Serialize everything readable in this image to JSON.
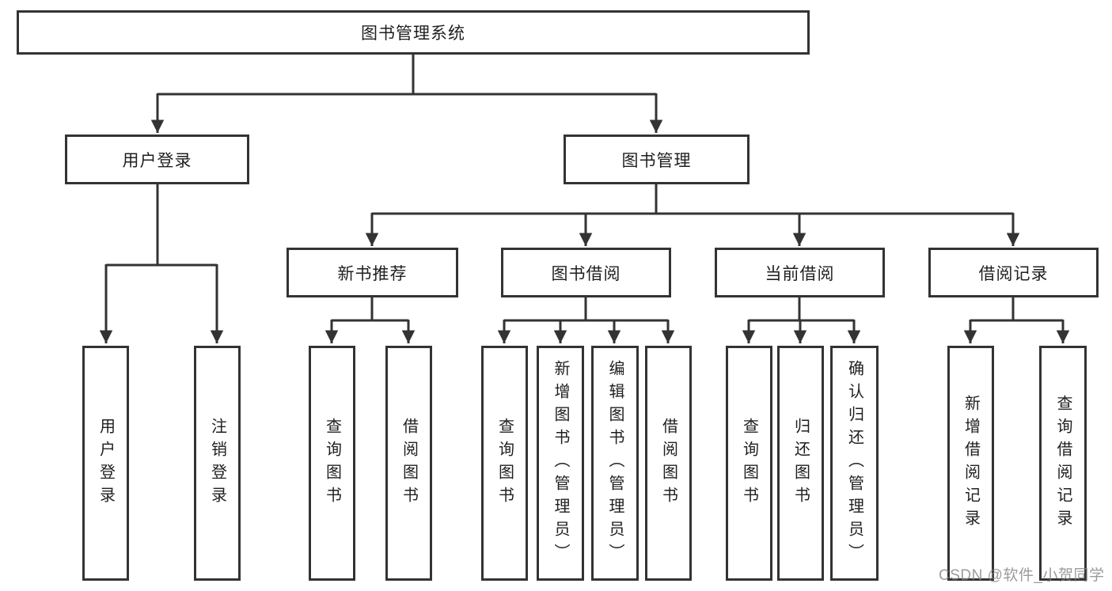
{
  "nodes": {
    "root": {
      "label": "图书管理系统"
    },
    "user_login": {
      "label": "用户登录"
    },
    "book_mgmt": {
      "label": "图书管理"
    },
    "new_book_rec": {
      "label": "新书推荐"
    },
    "book_borrow": {
      "label": "图书借阅"
    },
    "current_borrow": {
      "label": "当前借阅"
    },
    "borrow_record": {
      "label": "借阅记录"
    },
    "leaf_user_login": {
      "label": "用户登录"
    },
    "leaf_logout": {
      "label": "注销登录"
    },
    "leaf_nbr_query": {
      "label": "查询图书"
    },
    "leaf_nbr_borrow": {
      "label": "借阅图书"
    },
    "leaf_bb_query": {
      "label": "查询图书"
    },
    "leaf_bb_add": {
      "label": "新增图书（管理员）"
    },
    "leaf_bb_edit": {
      "label": "编辑图书（管理员）"
    },
    "leaf_bb_borrow": {
      "label": "借阅图书"
    },
    "leaf_cb_query": {
      "label": "查询图书"
    },
    "leaf_cb_return": {
      "label": "归还图书"
    },
    "leaf_cb_confirm": {
      "label": "确认归还（管理员）"
    },
    "leaf_br_add": {
      "label": "新增借阅记录"
    },
    "leaf_br_query": {
      "label": "查询借阅记录"
    }
  },
  "watermark": {
    "text": "CSDN @软件_小贺同学"
  },
  "colors": {
    "line": "#333333",
    "text": "#1f1f1f",
    "background": "#ffffff",
    "watermark": "#828282"
  }
}
